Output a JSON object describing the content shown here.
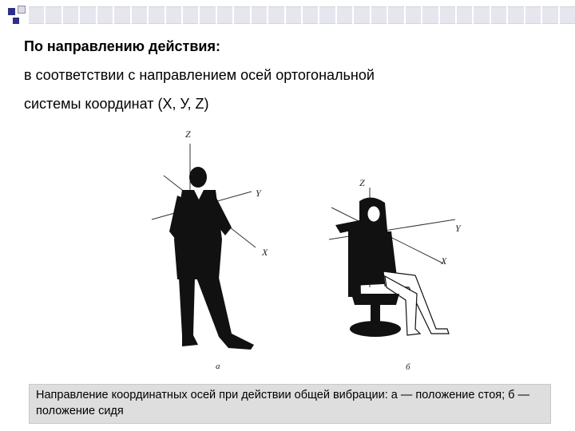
{
  "slide": {
    "heading": "По направлению действия:",
    "line1": "в соответствии с направлением осей ортогональной",
    "line2": "системы координат (X, У, Z)"
  },
  "figure": {
    "left": {
      "axis_z": "Z",
      "axis_y": "Y",
      "axis_x": "X",
      "sublabel": "a"
    },
    "right": {
      "axis_z": "Z",
      "axis_y": "Y",
      "axis_x": "X",
      "sublabel": "б"
    }
  },
  "caption": {
    "text": "Направление координатных осей при действии общей вибрации: а — положение стоя; б — положение сидя"
  }
}
